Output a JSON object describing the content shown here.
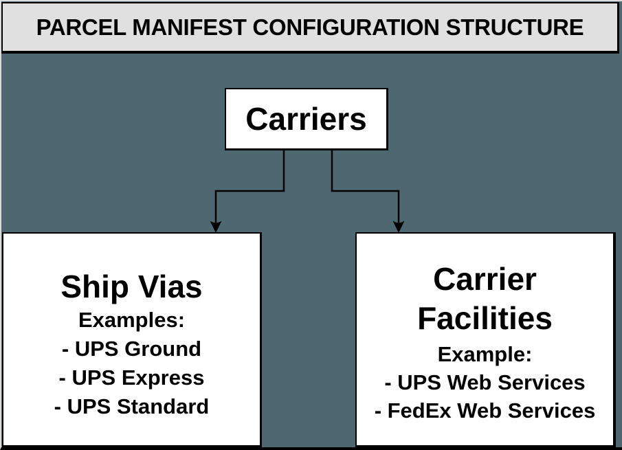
{
  "title": "PARCEL MANIFEST CONFIGURATION STRUCTURE",
  "colors": {
    "background": "#4d6870",
    "title_bar_fill": "#e0e0e0",
    "node_fill": "#ffffff",
    "ink": "#000000"
  },
  "diagram": {
    "root": {
      "label": "Carriers"
    },
    "ship_vias": {
      "heading": "Ship Vias",
      "sub_label": "Examples:",
      "items": [
        "- UPS Ground",
        "- UPS Express",
        "- UPS Standard"
      ]
    },
    "carrier_facilities": {
      "heading_line1": "Carrier",
      "heading_line2": "Facilities",
      "sub_label": "Example:",
      "items": [
        "- UPS Web Services",
        "- FedEx Web Services"
      ]
    }
  }
}
